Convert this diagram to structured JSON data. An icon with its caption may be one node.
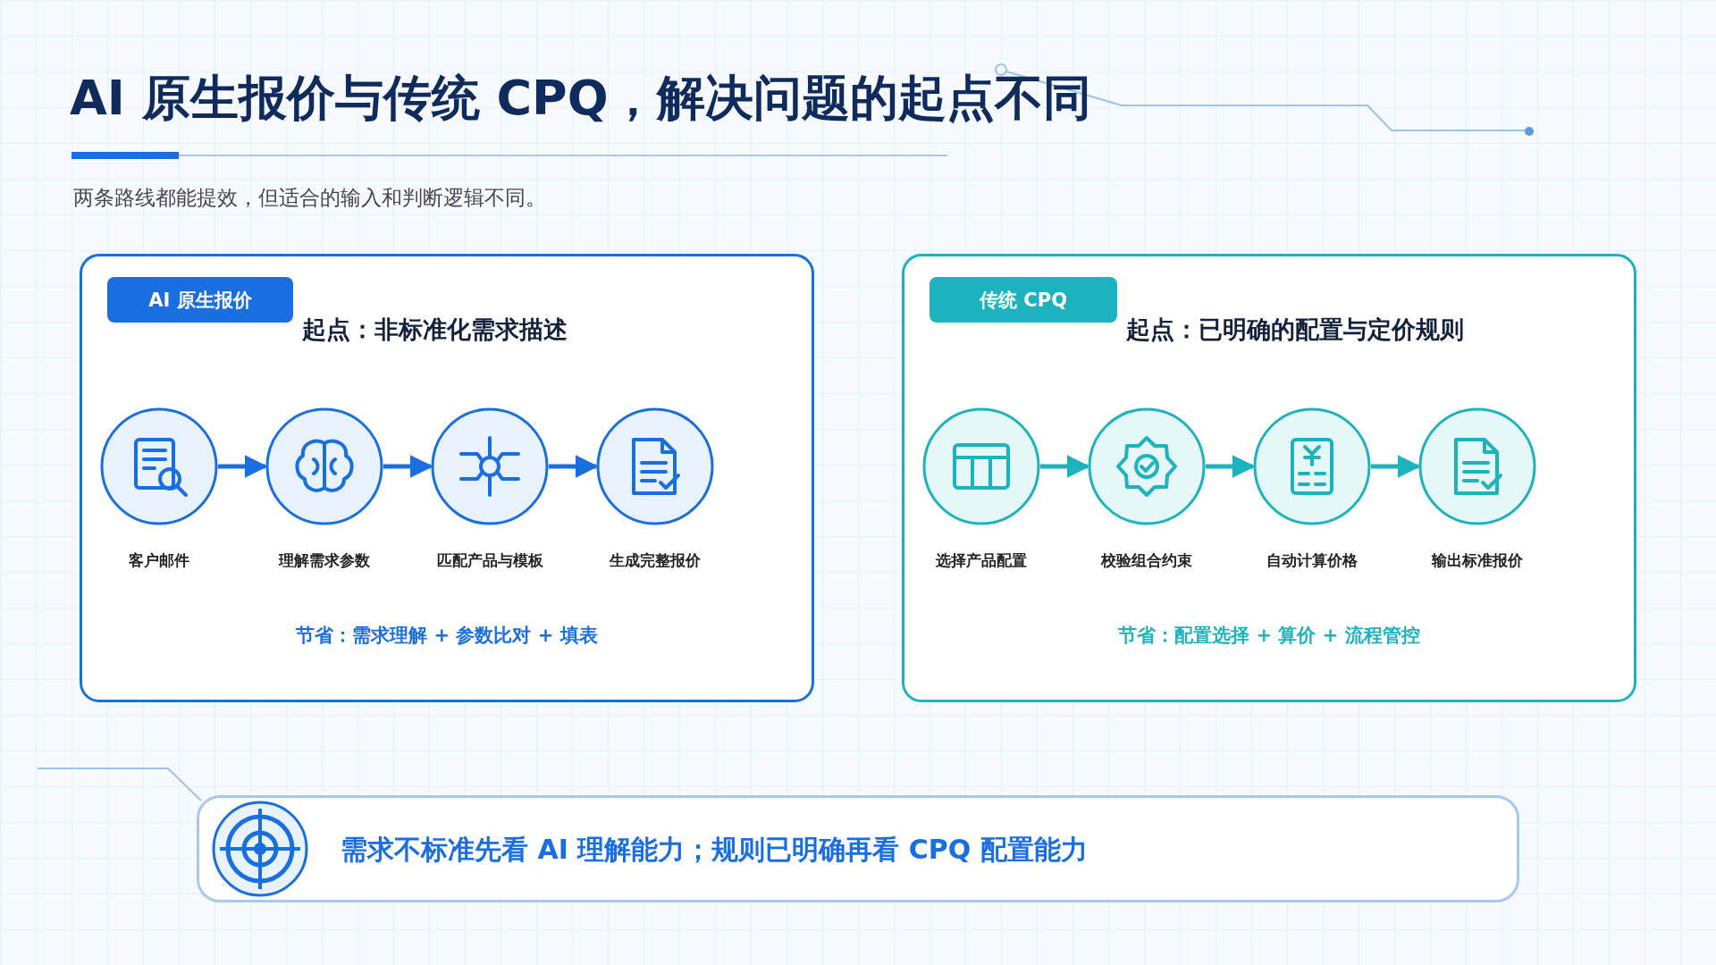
{
  "diagram": {
    "title": "AI 原生报价与传统 CPQ，解决问题的起点不同",
    "nodes": [
      {
        "text": [
          "起点：非标准化需求描述",
          "节省：需求理解 + 参数比对 + 填表"
        ]
      },
      {
        "text": [
          "AI 原生报价"
        ],
        "in": 0
      },
      {
        "text": [],
        "shape": "circle",
        "in": 0,
        "beside": [
          "客户邮件"
        ]
      },
      {
        "text": [],
        "shape": "circle",
        "in": 0,
        "beside": [
          "理解需求参数"
        ]
      },
      {
        "text": [],
        "shape": "circle",
        "in": 0,
        "beside": [
          "匹配产品与模板"
        ]
      },
      {
        "text": [],
        "shape": "circle",
        "in": 0,
        "beside": [
          "生成完整报价"
        ]
      },
      {
        "text": [
          "起点：已明确的配置与定价规则",
          "节省：配置选择 + 算价 + 流程管控"
        ]
      },
      {
        "text": [
          "传统 CPQ"
        ],
        "in": 6
      },
      {
        "text": [],
        "shape": "circle",
        "in": 6,
        "beside": [
          "选择产品配置"
        ]
      },
      {
        "text": [],
        "shape": "circle",
        "in": 6,
        "beside": [
          "校验组合约束"
        ]
      },
      {
        "text": [],
        "shape": "circle",
        "in": 6,
        "beside": [
          "自动计算价格"
        ]
      },
      {
        "text": [],
        "shape": "circle",
        "in": 6,
        "beside": [
          "输出标准报价"
        ]
      },
      {
        "text": [
          "需求不标准先看 AI 理解能力；规则已明确再看 CPQ 配置能力"
        ]
      }
    ],
    "edges": [
      {
        "from": 2,
        "to": 3,
        "arrow": "to",
        "color": "#1a6fe0"
      },
      {
        "from": 3,
        "to": 4,
        "arrow": "to",
        "color": "#1a6fe0"
      },
      {
        "from": 4,
        "to": 5,
        "arrow": "to",
        "color": "#1a6fe0"
      },
      {
        "from": 8,
        "to": 9,
        "arrow": "to",
        "color": "#1cb3bf"
      },
      {
        "from": 9,
        "to": 10,
        "arrow": "to",
        "color": "#1cb3bf"
      },
      {
        "from": 10,
        "to": 11,
        "arrow": "to",
        "color": "#1cb3bf"
      }
    ],
    "labels": [
      "两条路线都能提效，但适合的输入和判断逻辑不同。"
    ]
  }
}
